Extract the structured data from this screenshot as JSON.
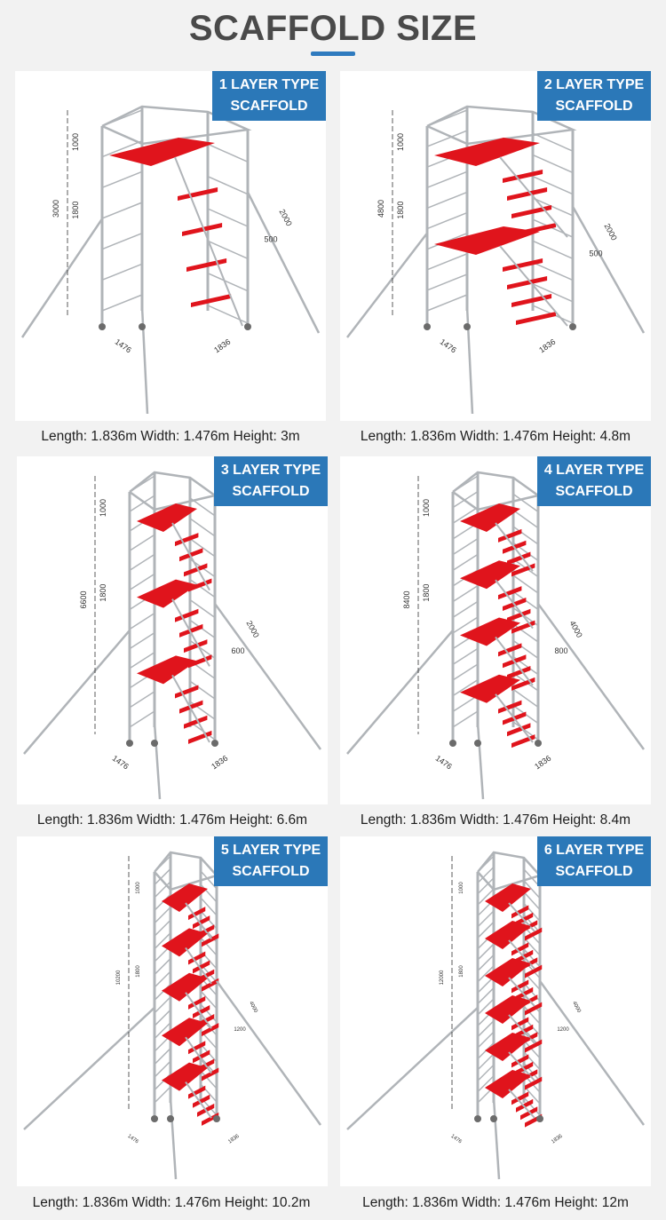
{
  "header": {
    "title": "SCAFFOLD SIZE"
  },
  "colors": {
    "accent": "#2b78b8",
    "platform": "#e0141c",
    "frame": "#b0b4b8"
  },
  "cards": [
    {
      "badge_line1": "1 LAYER TYPE",
      "badge_line2": "SCAFFOLD",
      "caption": "Length: 1.836m Width: 1.476m Height: 3m",
      "layers": 1,
      "labels": {
        "top": "1000",
        "mid": "1800",
        "total": "3000",
        "diag": "2000",
        "base_len": "1836",
        "base_wid": "1476",
        "outrigger": "500"
      }
    },
    {
      "badge_line1": "2 LAYER TYPE",
      "badge_line2": "SCAFFOLD",
      "caption": "Length: 1.836m Width: 1.476m Height: 4.8m",
      "layers": 2,
      "labels": {
        "top": "1000",
        "mid": "1800",
        "total": "4800",
        "diag": "2000",
        "base_len": "1836",
        "base_wid": "1476",
        "outrigger": "500"
      }
    },
    {
      "badge_line1": "3 LAYER TYPE",
      "badge_line2": "SCAFFOLD",
      "caption": "Length: 1.836m Width: 1.476m Height: 6.6m",
      "layers": 3,
      "labels": {
        "top": "1000",
        "mid": "1800",
        "total": "6600",
        "diag": "2000",
        "base_len": "1836",
        "base_wid": "1476",
        "outrigger": "600"
      }
    },
    {
      "badge_line1": "4 LAYER TYPE",
      "badge_line2": "SCAFFOLD",
      "caption": "Length: 1.836m Width: 1.476m Height: 8.4m",
      "layers": 4,
      "labels": {
        "top": "1000",
        "mid": "1800",
        "total": "8400",
        "diag": "4000",
        "base_len": "1836",
        "base_wid": "1476",
        "outrigger": "800"
      }
    },
    {
      "badge_line1": "5 LAYER TYPE",
      "badge_line2": "SCAFFOLD",
      "caption": "Length: 1.836m Width: 1.476m Height: 10.2m",
      "layers": 5,
      "labels": {
        "top": "1000",
        "mid": "1800",
        "total": "10200",
        "diag": "4000",
        "base_len": "1836",
        "base_wid": "1476",
        "outrigger": "1200"
      }
    },
    {
      "badge_line1": "6 LAYER TYPE",
      "badge_line2": "SCAFFOLD",
      "caption": "Length: 1.836m Width: 1.476m Height: 12m",
      "layers": 6,
      "labels": {
        "top": "1000",
        "mid": "1800",
        "total": "12000",
        "diag": "4000",
        "base_len": "1836",
        "base_wid": "1476",
        "outrigger": "1200"
      }
    }
  ]
}
